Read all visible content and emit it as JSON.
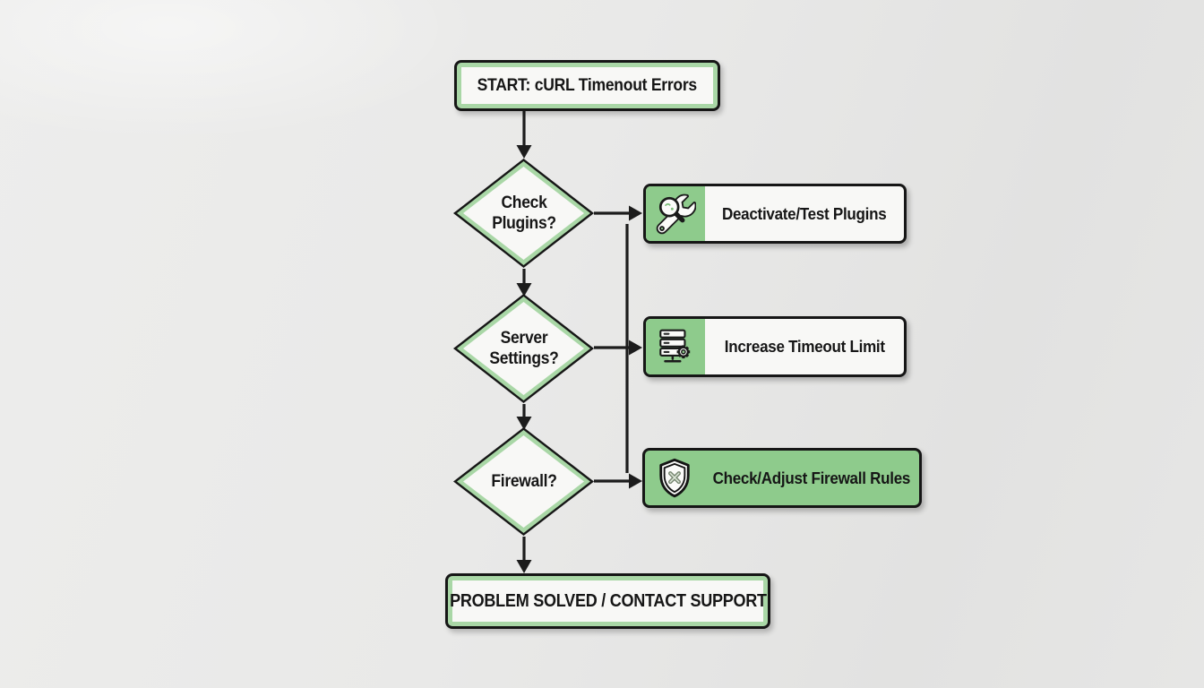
{
  "colors": {
    "canvas_bg": "#e9e9e8",
    "accent_green": "#8ecb8c",
    "light_green": "#a9d7a6",
    "node_bg": "#f8f8f6",
    "line_color": "#1c1c1c",
    "text_color": "#161616"
  },
  "flowchart": {
    "start_label": "START: cURL Timenout Errors",
    "decisions": [
      {
        "label": "Check Plugins?"
      },
      {
        "label": "Server Settings?"
      },
      {
        "label": "Firewall?"
      }
    ],
    "actions": [
      {
        "label": "Deactivate/Test Plugins",
        "icon": "magnifier-wrench-icon"
      },
      {
        "label": "Increase Timeout Limit",
        "icon": "server-gear-icon"
      },
      {
        "label": "Check/Adjust Firewall Rules",
        "icon": "shield-x-icon"
      }
    ],
    "end_label": "PROBLEM SOLVED / CONTACT SUPPORT"
  }
}
